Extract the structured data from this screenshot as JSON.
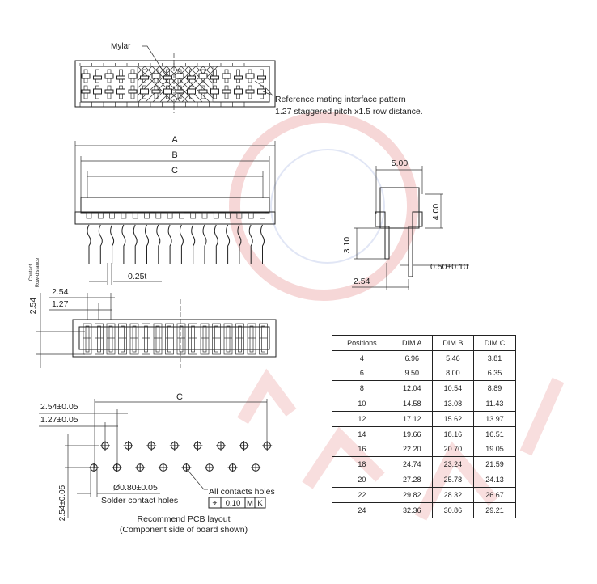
{
  "top_view": {
    "mylar_label": "Mylar",
    "reference_line1": "Reference mating interface pattern",
    "reference_line2": "1.27 staggered pitch x1.5 row distance."
  },
  "side_view": {
    "dim_a": "A",
    "dim_b": "B",
    "dim_c": "C",
    "thickness": "0.25t"
  },
  "end_view": {
    "width": "5.00",
    "height": "4.00",
    "pin_length": "3.10",
    "pin_width": "0.50±0.10",
    "pitch": "2.54"
  },
  "bottom_view": {
    "pitch": "2.54",
    "half_pitch": "1.27",
    "row_distance": "2.54",
    "row_distance_label_1": "Contact",
    "row_distance_label_2": "Row-distance"
  },
  "pcb_layout": {
    "dim_c": "C",
    "pitch": "2.54±0.05",
    "half_pitch": "1.27±0.05",
    "row_distance": "2.54±0.05",
    "hole_diameter": "Ø0.80±0.05",
    "solder_label": "Solder contact holes",
    "all_holes_label": "All contacts holes",
    "tolerance_frame": [
      "⌖",
      "0.10",
      "M",
      "K"
    ],
    "caption_line1": "Recommend PCB layout",
    "caption_line2": "(Component side of board shown)"
  },
  "dimension_table": {
    "headers": [
      "Positions",
      "DIM A",
      "DIM B",
      "DIM C"
    ],
    "rows": [
      [
        "4",
        "6.96",
        "5.46",
        "3.81"
      ],
      [
        "6",
        "9.50",
        "8.00",
        "6.35"
      ],
      [
        "8",
        "12.04",
        "10.54",
        "8.89"
      ],
      [
        "10",
        "14.58",
        "13.08",
        "11.43"
      ],
      [
        "12",
        "17.12",
        "15.62",
        "13.97"
      ],
      [
        "14",
        "19.66",
        "18.16",
        "16.51"
      ],
      [
        "16",
        "22.20",
        "20.70",
        "19.05"
      ],
      [
        "18",
        "24.74",
        "23.24",
        "21.59"
      ],
      [
        "20",
        "27.28",
        "25.78",
        "24.13"
      ],
      [
        "22",
        "29.82",
        "28.32",
        "26.67"
      ],
      [
        "24",
        "32.36",
        "30.86",
        "29.21"
      ]
    ]
  },
  "colors": {
    "watermark": "#f3c9c9",
    "line": "#222222"
  }
}
